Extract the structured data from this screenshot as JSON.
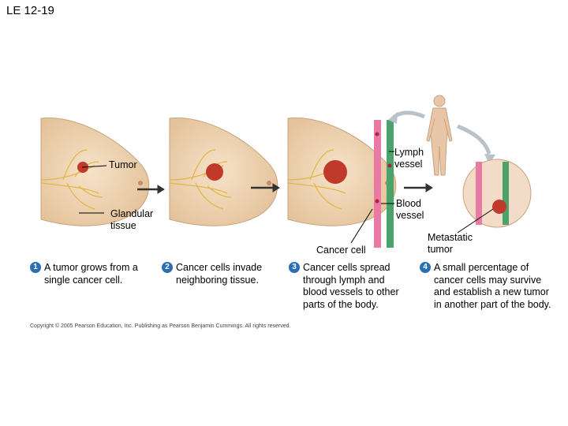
{
  "title": "LE 12-19",
  "labels": {
    "tumor": "Tumor",
    "glandular": "Glandular tissue",
    "lymph": "Lymph vessel",
    "blood": "Blood vessel",
    "cancer_cell": "Cancer cell",
    "metastatic": "Metastatic tumor"
  },
  "steps": [
    {
      "num": "1",
      "text": "A tumor grows from a single cancer cell."
    },
    {
      "num": "2",
      "text": "Cancer cells invade neighboring tissue."
    },
    {
      "num": "3",
      "text": "Cancer cells spread through lymph and blood vessels to other parts of the body."
    },
    {
      "num": "4",
      "text": "A small percentage of cancer cells may survive and establish a new tumor in another part of the body."
    }
  ],
  "copyright": "Copyright © 2005 Pearson Education, Inc. Publishing as Pearson Benjamin Cummings. All rights reserved."
}
